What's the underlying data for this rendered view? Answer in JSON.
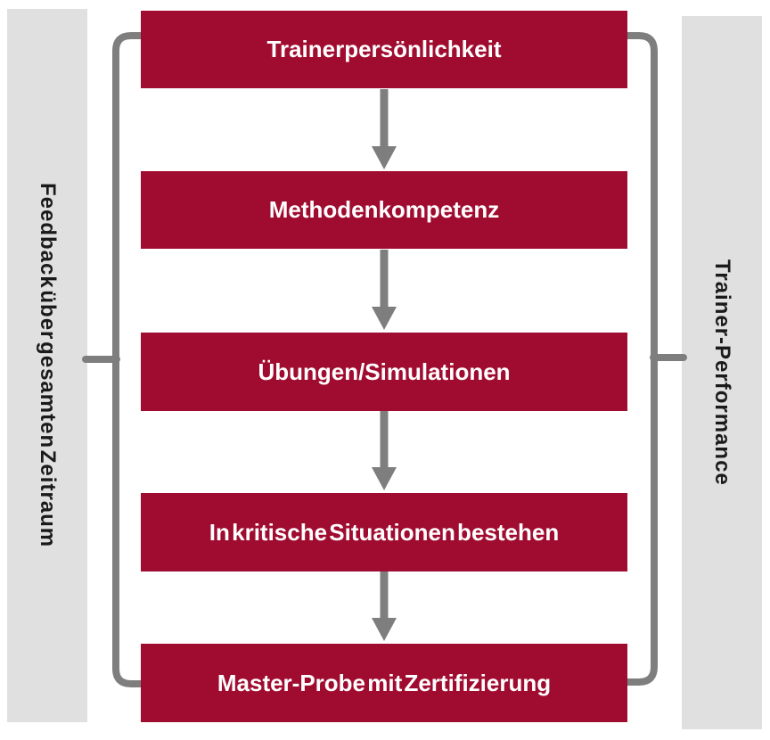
{
  "diagram": {
    "boxes": [
      {
        "label": "Trainerpersönlichkeit"
      },
      {
        "label": "Methodenkompetenz"
      },
      {
        "label": "Übungen/Simulationen"
      },
      {
        "label": "In kritische Situationen bestehen"
      },
      {
        "label": "Master-Probe mit Zertifizierung"
      }
    ],
    "left_sidebar": {
      "label": "Feedback über gesamten Zeitraum"
    },
    "right_sidebar": {
      "label": "Trainer-Performance"
    },
    "colors": {
      "box_background": "#a00c30",
      "box_text": "#ffffff",
      "sidebar_background": "#e0e0e0",
      "sidebar_text": "#1a1a1a",
      "connector_gray": "#7e7e7e",
      "canvas_background": "#ffffff"
    }
  }
}
